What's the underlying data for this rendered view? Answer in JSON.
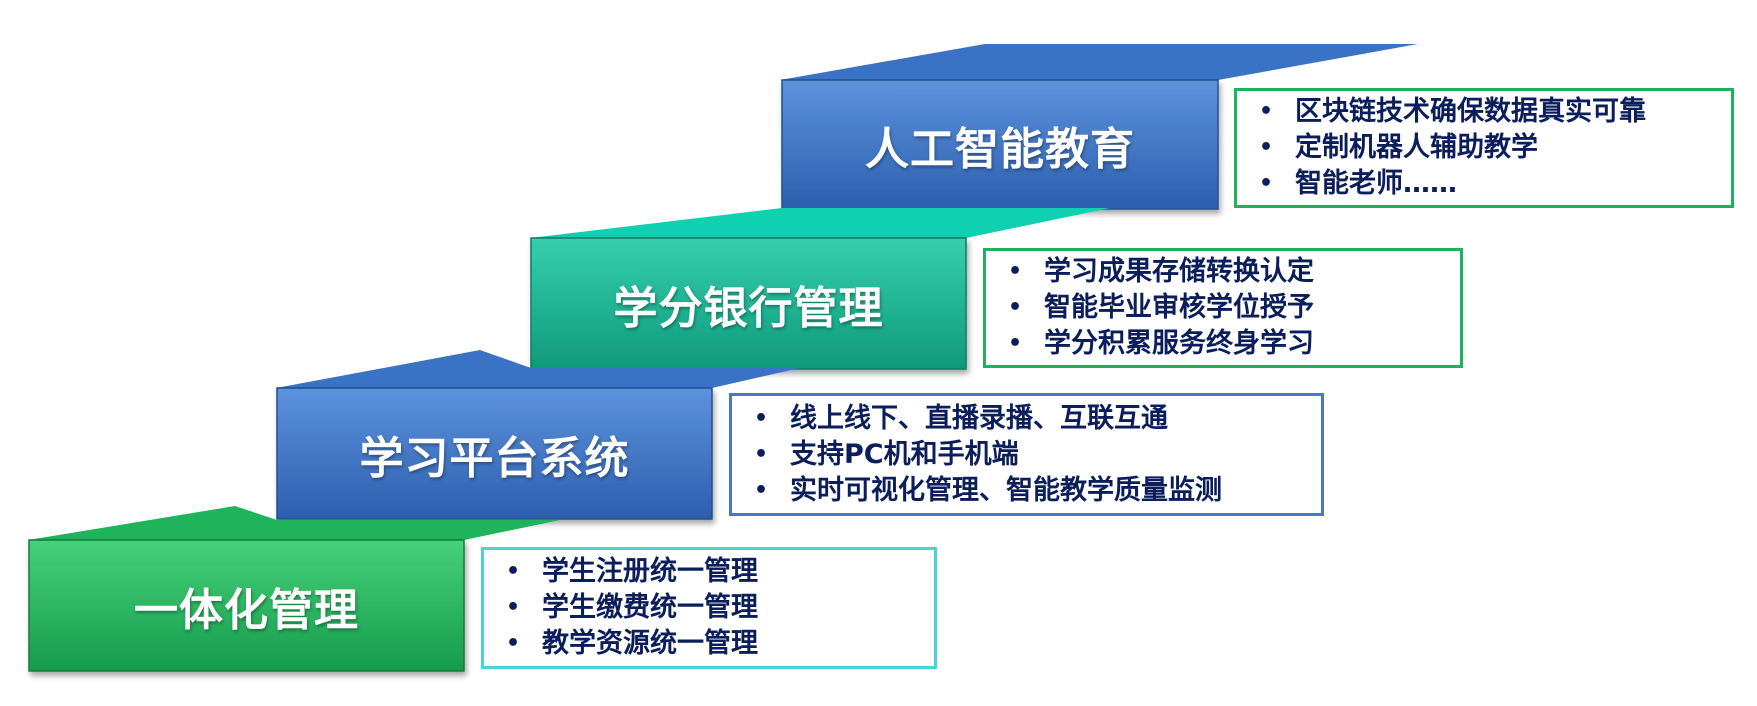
{
  "steps": [
    {
      "id": "integrated-management",
      "label": "一体化管理",
      "color": "#1fb35c",
      "border_color": "#4ad3d3",
      "items": [
        "学生注册统一管理",
        "学生缴费统一管理",
        "教学资源统一管理"
      ]
    },
    {
      "id": "learning-platform",
      "label": "学习平台系统",
      "color": "#3a73c6",
      "border_color": "#4a78c8",
      "items": [
        "线上线下、直播录播、互联互通",
        "支持PC机和手机端",
        "实时可视化管理、智能教学质量监测"
      ]
    },
    {
      "id": "credit-bank",
      "label": "学分银行管理",
      "color": "#14b18d",
      "border_color": "#1db35c",
      "items": [
        "学习成果存储转换认定",
        "智能毕业审核学位授予",
        "学分积累服务终身学习"
      ]
    },
    {
      "id": "ai-education",
      "label": "人工智能教育",
      "color": "#3a73c6",
      "border_color": "#1db35c",
      "items": [
        "区块链技术确保数据真实可靠",
        "定制机器人辅助教学",
        "智能老师……"
      ]
    }
  ]
}
